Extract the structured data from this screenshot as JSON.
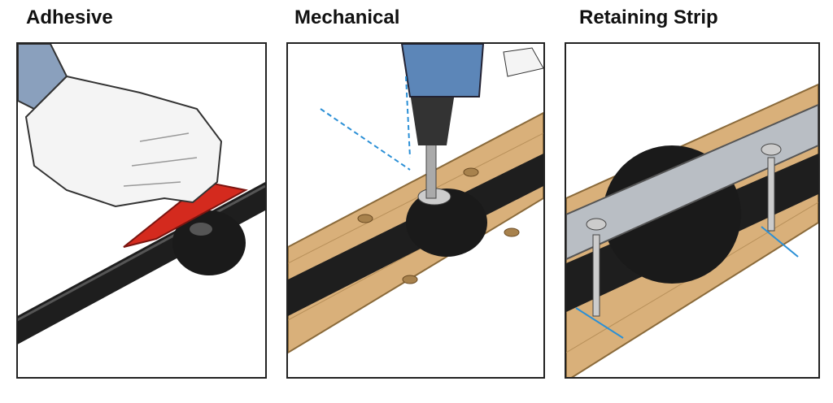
{
  "panels": [
    {
      "title": "Adhesive"
    },
    {
      "title": "Mechanical"
    },
    {
      "title": "Retaining Strip"
    }
  ],
  "colors": {
    "tube": "#1e1e1e",
    "wood": "#d9b07a",
    "adhesive": "#d42a1e",
    "arrow": "#2a8fd6",
    "metal": "#b9bec4"
  }
}
